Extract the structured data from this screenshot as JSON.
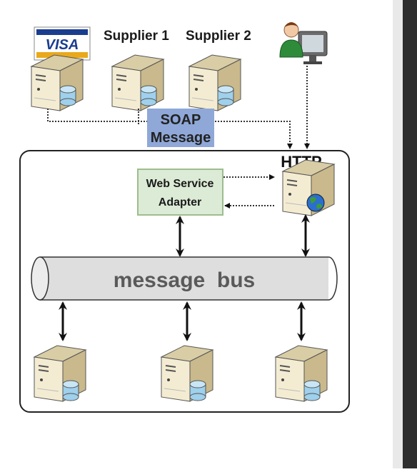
{
  "visa_label": "VISA",
  "supplier1_label": "Supplier 1",
  "supplier2_label": "Supplier 2",
  "soap_label_line1": "SOAP",
  "soap_label_line2": "Message",
  "http_label": "HTTP",
  "adapter_line1": "Web Service",
  "adapter_line2": "Adapter",
  "bus_label": "message  bus",
  "colors": {
    "soap_bg": "#8fa8d8",
    "adapter_bg": "#dcebd5",
    "adapter_border": "#9dbd8e",
    "bus_fill": "#dedede",
    "server_body": "#ece3c4",
    "server_front": "#f7f0d7",
    "db": "#9fd0ec",
    "visa_blue": "#1a3d8f",
    "visa_gold": "#e9a91b"
  },
  "icons": {
    "server": "server-icon",
    "database": "database-icon",
    "user": "user-at-computer-icon",
    "globe": "globe-icon"
  }
}
